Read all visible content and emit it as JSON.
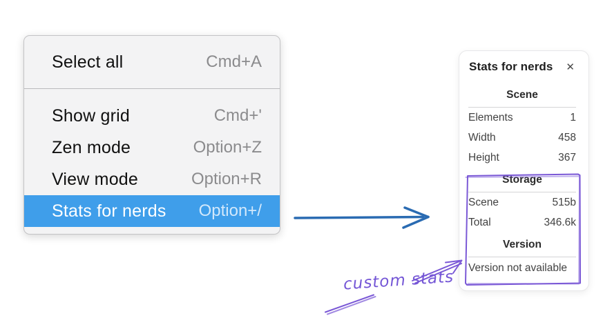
{
  "menu": {
    "groups": [
      {
        "items": [
          {
            "label": "Select all",
            "shortcut": "Cmd+A",
            "highlighted": false
          }
        ]
      },
      {
        "items": [
          {
            "label": "Show grid",
            "shortcut": "Cmd+'",
            "highlighted": false
          },
          {
            "label": "Zen mode",
            "shortcut": "Option+Z",
            "highlighted": false
          },
          {
            "label": "View mode",
            "shortcut": "Option+R",
            "highlighted": false
          },
          {
            "label": "Stats for nerds",
            "shortcut": "Option+/",
            "highlighted": true
          }
        ]
      }
    ]
  },
  "stats_panel": {
    "title": "Stats for nerds",
    "close_glyph": "✕",
    "sections": [
      {
        "heading": "Scene",
        "rows": [
          {
            "label": "Elements",
            "value": "1"
          },
          {
            "label": "Width",
            "value": "458"
          },
          {
            "label": "Height",
            "value": "367"
          }
        ]
      },
      {
        "heading": "Storage",
        "rows": [
          {
            "label": "Scene",
            "value": "515b"
          },
          {
            "label": "Total",
            "value": "346.6k"
          }
        ]
      },
      {
        "heading": "Version",
        "note": "Version not available"
      }
    ]
  },
  "annotation": {
    "label": "custom stats"
  },
  "colors": {
    "menu_highlight": "#3f9eea",
    "arrow_blue": "#2a6bb2",
    "annotation_purple": "#7456d6",
    "menu_background": "#f3f3f4",
    "panel_background": "#ffffff"
  }
}
